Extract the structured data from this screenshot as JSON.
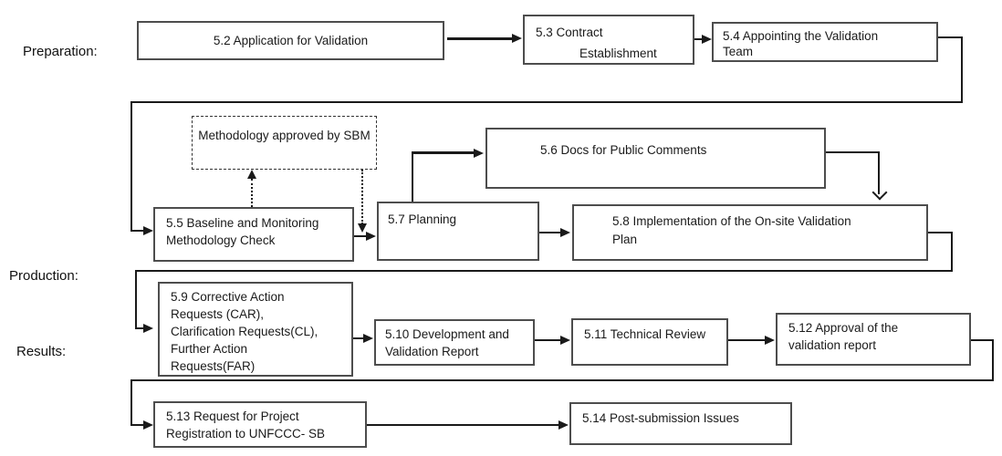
{
  "title": "Validation process flowchart",
  "labels": {
    "preparation": "Preparation:",
    "production": "Production:",
    "results": "Results:"
  },
  "boxes": {
    "b52": {
      "lines": [
        "5.2 Application for Validation"
      ]
    },
    "b53": {
      "lines": [
        "5.3 Contract",
        "Establishment"
      ]
    },
    "b54": {
      "lines": [
        "5.4 Appointing the Validation",
        "Team"
      ]
    },
    "methodology": {
      "lines": [
        "Methodology approved",
        "by SBM"
      ]
    },
    "b55": {
      "lines": [
        "5.5 Baseline and Monitoring",
        "Methodology Check"
      ]
    },
    "b56": {
      "lines": [
        "5.6 Docs for Public Comments"
      ]
    },
    "b57": {
      "lines": [
        "5.7 Planning"
      ]
    },
    "b58": {
      "lines": [
        "5.8 Implementation of the On-site Validation",
        "Plan"
      ]
    },
    "b59": {
      "lines": [
        "5.9 Corrective Action",
        "Requests (CAR),",
        "Clarification Requests(CL),",
        "Further Action",
        "Requests(FAR)"
      ]
    },
    "b510": {
      "lines": [
        "5.10 Development and",
        "Validation Report"
      ]
    },
    "b511": {
      "lines": [
        "5.11 Technical Review"
      ]
    },
    "b512": {
      "lines": [
        "5.12 Approval of the",
        "validation report"
      ]
    },
    "b513": {
      "lines": [
        "5.13 Request for Project",
        "Registration to UNFCCC- SB"
      ]
    },
    "b514": {
      "lines": [
        "5.14 Post-submission Issues"
      ]
    }
  },
  "colors": {
    "background": "#ffffff",
    "box_border": "#4d4d4d",
    "connector": "#1a1a1a",
    "text": "#1a1a1a"
  }
}
